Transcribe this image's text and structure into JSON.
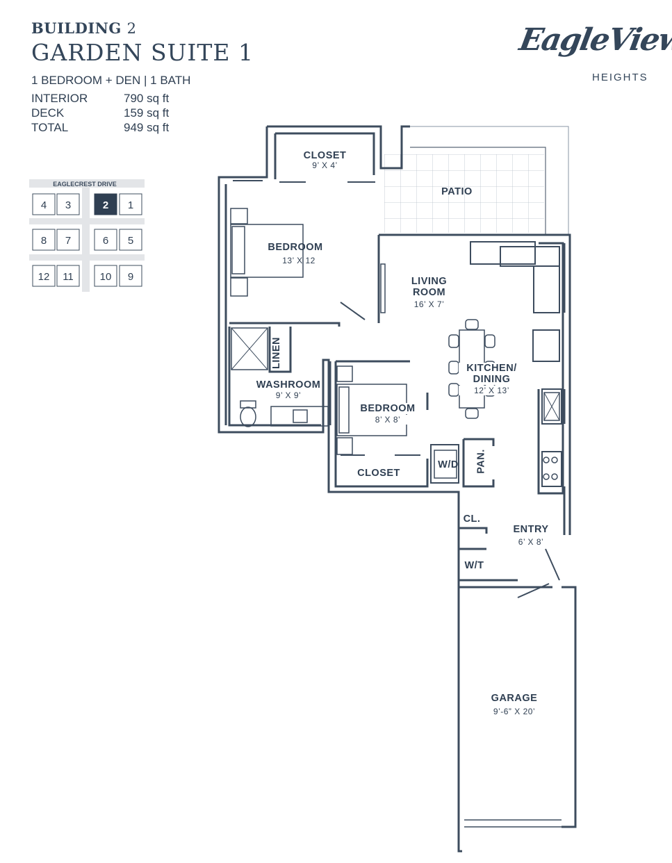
{
  "header": {
    "building_label": "BUILDING",
    "building_number": "2",
    "suite_title": "GARDEN SUITE 1",
    "unit_type": "1 BEDROOM + DEN | 1 BATH",
    "areas": [
      {
        "label": "INTERIOR",
        "value": "790 sq ft"
      },
      {
        "label": "DECK",
        "value": "159 sq ft"
      },
      {
        "label": "TOTAL",
        "value": "949 sq ft"
      }
    ]
  },
  "logo": {
    "script": "EagleView",
    "sub": "HEIGHTS"
  },
  "keyplan": {
    "street": "EAGLECREST DRIVE",
    "highlighted_unit": "2",
    "units": [
      "4",
      "3",
      "2",
      "1",
      "8",
      "7",
      "6",
      "5",
      "12",
      "11",
      "10",
      "9"
    ]
  },
  "rooms": {
    "closet_top": {
      "name": "CLOSET",
      "dim": "9’ X 4’"
    },
    "patio": {
      "name": "PATIO"
    },
    "bedroom_main": {
      "name": "BEDROOM",
      "dim": "13’ X 12"
    },
    "living": {
      "name": "LIVING\nROOM",
      "dim": "16’ X 7’"
    },
    "linen": {
      "name": "LINEN"
    },
    "washroom": {
      "name": "WASHROOM",
      "dim": "9’ X 9’"
    },
    "kitchen": {
      "name": "KITCHEN/\nDINING",
      "dim": "12’ X 13’"
    },
    "bedroom_den": {
      "name": "BEDROOM",
      "dim": "8’ X 8’"
    },
    "wd": {
      "name": "W/D"
    },
    "pantry": {
      "name": "PAN."
    },
    "closet_bottom": {
      "name": "CLOSET"
    },
    "cl": {
      "name": "CL."
    },
    "entry": {
      "name": "ENTRY",
      "dim": "6’ X 8’"
    },
    "wt": {
      "name": "W/T"
    },
    "garage": {
      "name": "GARAGE",
      "dim": "9’-6” X 20’"
    }
  },
  "colors": {
    "ink": "#34465a",
    "wall": "#3d4c5e",
    "highlight": "#2f3f52",
    "keyplan_bg": "#e3e5e8"
  }
}
